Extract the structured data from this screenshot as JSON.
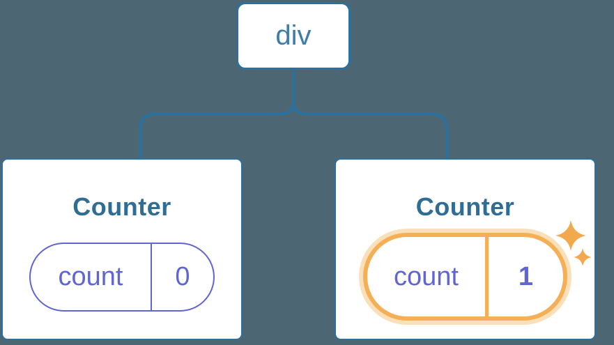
{
  "diagram": {
    "root": {
      "label": "div"
    },
    "children": [
      {
        "title": "Counter",
        "state": [
          {
            "key": "count",
            "value": "0"
          }
        ],
        "highlighted": false
      },
      {
        "title": "Counter",
        "state": [
          {
            "key": "count",
            "value": "1"
          }
        ],
        "highlighted": true
      }
    ]
  },
  "colors": {
    "background": "#4C6673",
    "connector_blue": "#2B71A0",
    "root_label_blue": "#3E7CA9",
    "title_blue": "#2F6D94",
    "state_purple": "#6065D4",
    "highlight_orange": "#F5AF57",
    "highlight_halo": "#FAE0B9",
    "sparkle_orange": "#F2A94D",
    "card_background": "#FFFFFF"
  }
}
